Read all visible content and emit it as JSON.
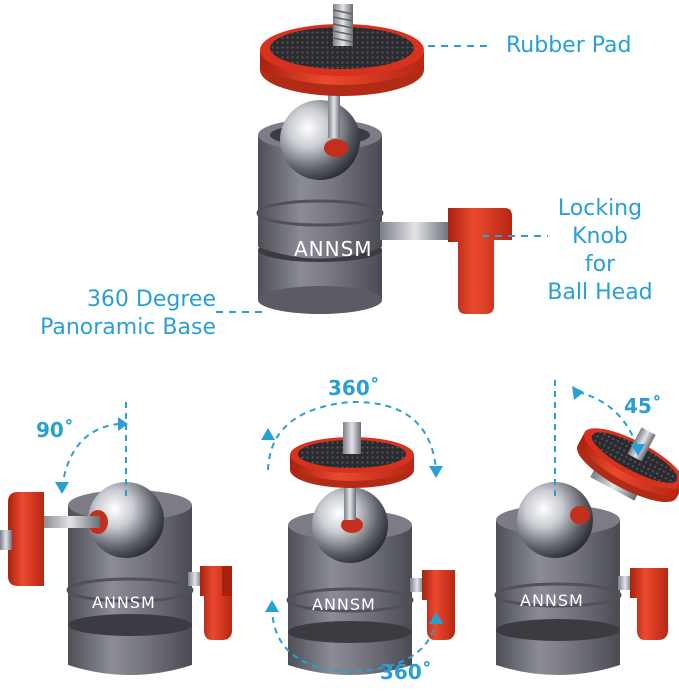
{
  "labels": {
    "rubber_pad": "Rubber Pad",
    "locking_knob": [
      "Locking",
      "Knob",
      "for",
      "Ball Head"
    ],
    "panoramic_base": [
      "360 Degree",
      "Panoramic Base"
    ]
  },
  "angles": {
    "tilt_90": "90˚",
    "rotate_top": "360˚",
    "tilt_45": "45˚",
    "rotate_bottom": "360˚"
  },
  "brand": "ANNSM",
  "colors": {
    "accent": "#2a9fd6",
    "body_gray": "#6e6f78",
    "knob_red": "#d8321f",
    "chrome": "#c9ccd2"
  },
  "icons": [
    "ball-head-product-photo",
    "rotation-arrow-icon",
    "dashed-leader-line"
  ]
}
